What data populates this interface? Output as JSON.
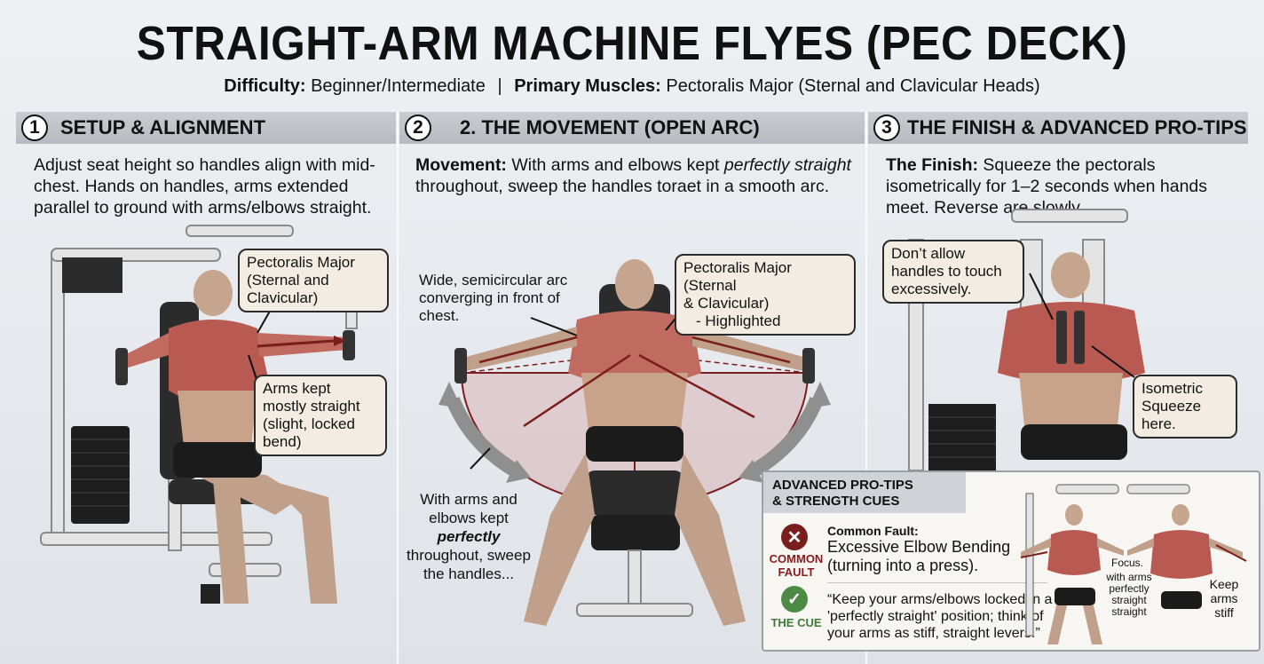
{
  "title": "STRAIGHT-ARM MACHINE FLYES (PEC DECK)",
  "subtitle": {
    "difficulty_label": "Difficulty:",
    "difficulty_value": "Beginner/Intermediate",
    "separator": "|",
    "muscles_label": "Primary Muscles:",
    "muscles_value": "Pectoralis Major (Sternal and Clavicular Heads)"
  },
  "sections": [
    {
      "number": "1",
      "heading": "SETUP & ALIGNMENT",
      "text": "Adjust seat height so handles align with mid-chest. Hands on handles, arms extended parallel to ground with arms/elbows straight.",
      "callouts": [
        "Pectoralis Major (Sternal and Clavicular)",
        "Arms kept mostly straight (slight, locked bend)"
      ]
    },
    {
      "number": "2",
      "heading": "2. THE MOVEMENT (OPEN ARC)",
      "text_label": "Movement:",
      "text_a": "With arms and elbows kept",
      "text_em": "perfectly straight",
      "text_b": "throughout, sweep the handles toraet in a smooth arc.",
      "arc_label": "Wide, semicircular arc converging in front of chest.",
      "muscle_callout_a": "Pectoralis Major (Sternal",
      "muscle_callout_b": "& Clavicular)",
      "muscle_callout_c": "- Highlighted",
      "side_note_a": "With arms and elbows kept",
      "side_note_em": "perfectly",
      "side_note_b": "throughout, sweep the handles..."
    },
    {
      "number": "3",
      "heading": "THE FINISH & ADVANCED PRO-TIPS",
      "text_label": "The Finish:",
      "text": "Squeeze the pectorals isometrically for 1–2 seconds when hands meet. Reverse are slowly.",
      "callouts": [
        "Don’t allow handles to touch excessively.",
        "Isometric Squeeze here."
      ]
    }
  ],
  "protips": {
    "heading_a": "ADVANCED PRO-TIPS",
    "heading_b": "& STRENGTH CUES",
    "fault_icon": "x-icon",
    "fault_label_a": "COMMON",
    "fault_label_b": "FAULT",
    "fault_title": "Common Fault:",
    "fault_text": "Excessive Elbow Bending (turning into a press).",
    "cue_icon": "check-icon",
    "cue_label": "THE CUE",
    "cue_text": "“Keep your arms/elbows locked in a 'perfectly straight' position; think of your arms as stiff, straight levers.”",
    "mini_labels": [
      "Focus.",
      "with arms perfectly straight straight",
      "Keep arms stiff"
    ]
  },
  "colors": {
    "muscle_red": "#c0504d",
    "fault_red": "#7a1d1d",
    "cue_green": "#4d8a44",
    "header_gray": "#c2c5ca"
  }
}
